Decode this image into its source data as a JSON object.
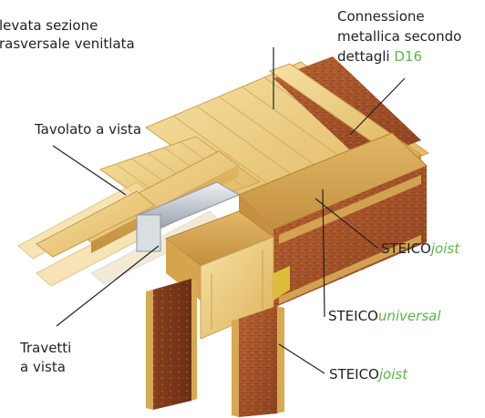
{
  "labels": {
    "section_top_left_line1": "levata sezione",
    "section_top_left_line2": "rasversale venitlata",
    "connection_line1": "Connessione",
    "connection_line2": "metallica secondo",
    "connection_line3_prefix": "dettagli ",
    "connection_ref": "D16",
    "tavolato": "Tavolato a vista",
    "travetti_line1": "Travetti",
    "travetti_line2": "a vista",
    "steico_brand": "STEICO",
    "joist_suffix": "joist",
    "universal_suffix": "universal"
  },
  "colors": {
    "accent_green": "#5bb548",
    "text": "#222222",
    "leader": "#222222",
    "pine_light": "#f1d58c",
    "pine_mid": "#e4bb64",
    "pine_dark": "#c99a45",
    "osb_brown": "#a8542a",
    "osb_dark": "#7d3a1c",
    "steel": "#c7cdd4"
  }
}
